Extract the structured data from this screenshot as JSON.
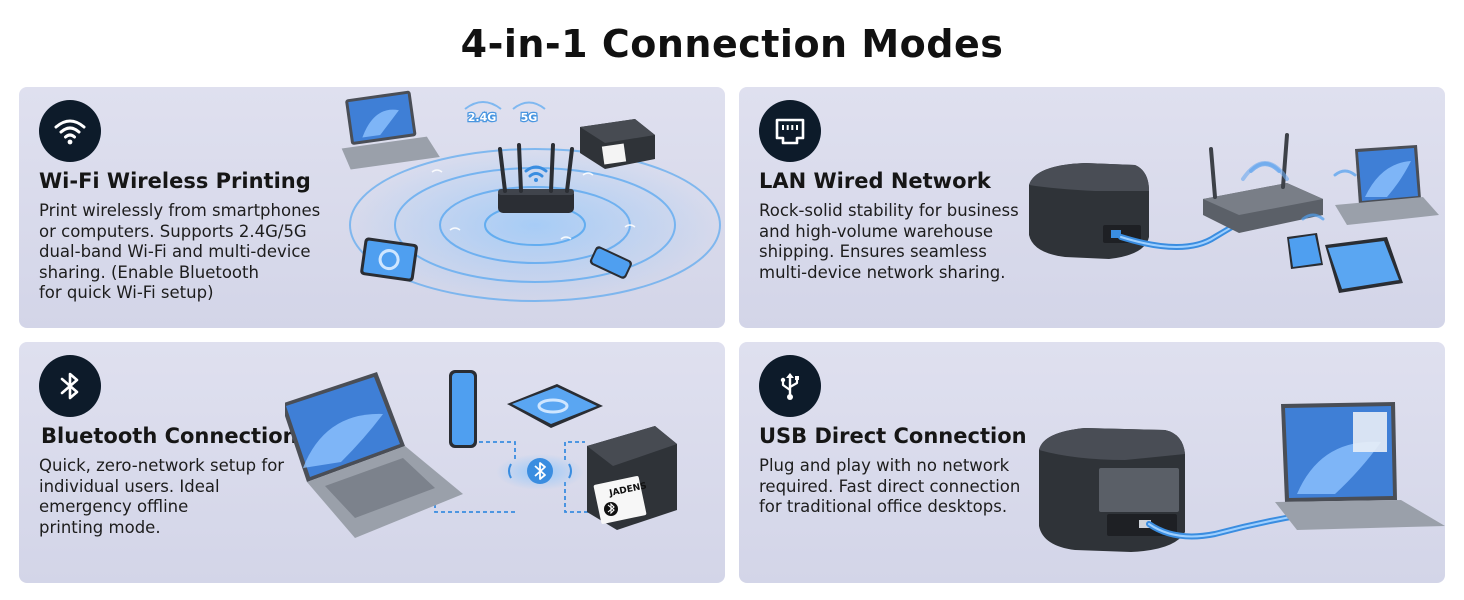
{
  "page": {
    "title": "4-in-1 Connection Modes"
  },
  "cards": [
    {
      "icon": "wifi-icon",
      "title": "Wi-Fi Wireless Printing",
      "description_lines": [
        "Print wirelessly from smartphones",
        "or computers. Supports 2.4G/5G",
        "dual-band Wi-Fi and multi-device",
        "sharing. (Enable Bluetooth",
        "for quick Wi-Fi setup)"
      ],
      "badges": [
        "2.4G",
        "5G"
      ]
    },
    {
      "icon": "ethernet-port-icon",
      "title": "LAN Wired Network",
      "description_lines": [
        "Rock-solid stability for business",
        "and high-volume warehouse",
        "shipping. Ensures seamless",
        "multi-device network sharing."
      ]
    },
    {
      "icon": "bluetooth-icon",
      "title": "Bluetooth Connection",
      "description_lines": [
        "Quick, zero-network setup for",
        "individual users. Ideal",
        "emergency offline",
        "printing mode."
      ],
      "label_brand": "JADENS"
    },
    {
      "icon": "usb-icon",
      "title": "USB Direct Connection",
      "description_lines": [
        "Plug and play with no network",
        "required. Fast direct connection",
        "for traditional office desktops."
      ]
    }
  ],
  "colors": {
    "card_bg": "#d8d9eb",
    "icon_circle": "#0d1b2a",
    "accent_blue": "#3a8de0",
    "printer_dark": "#2f3338"
  }
}
